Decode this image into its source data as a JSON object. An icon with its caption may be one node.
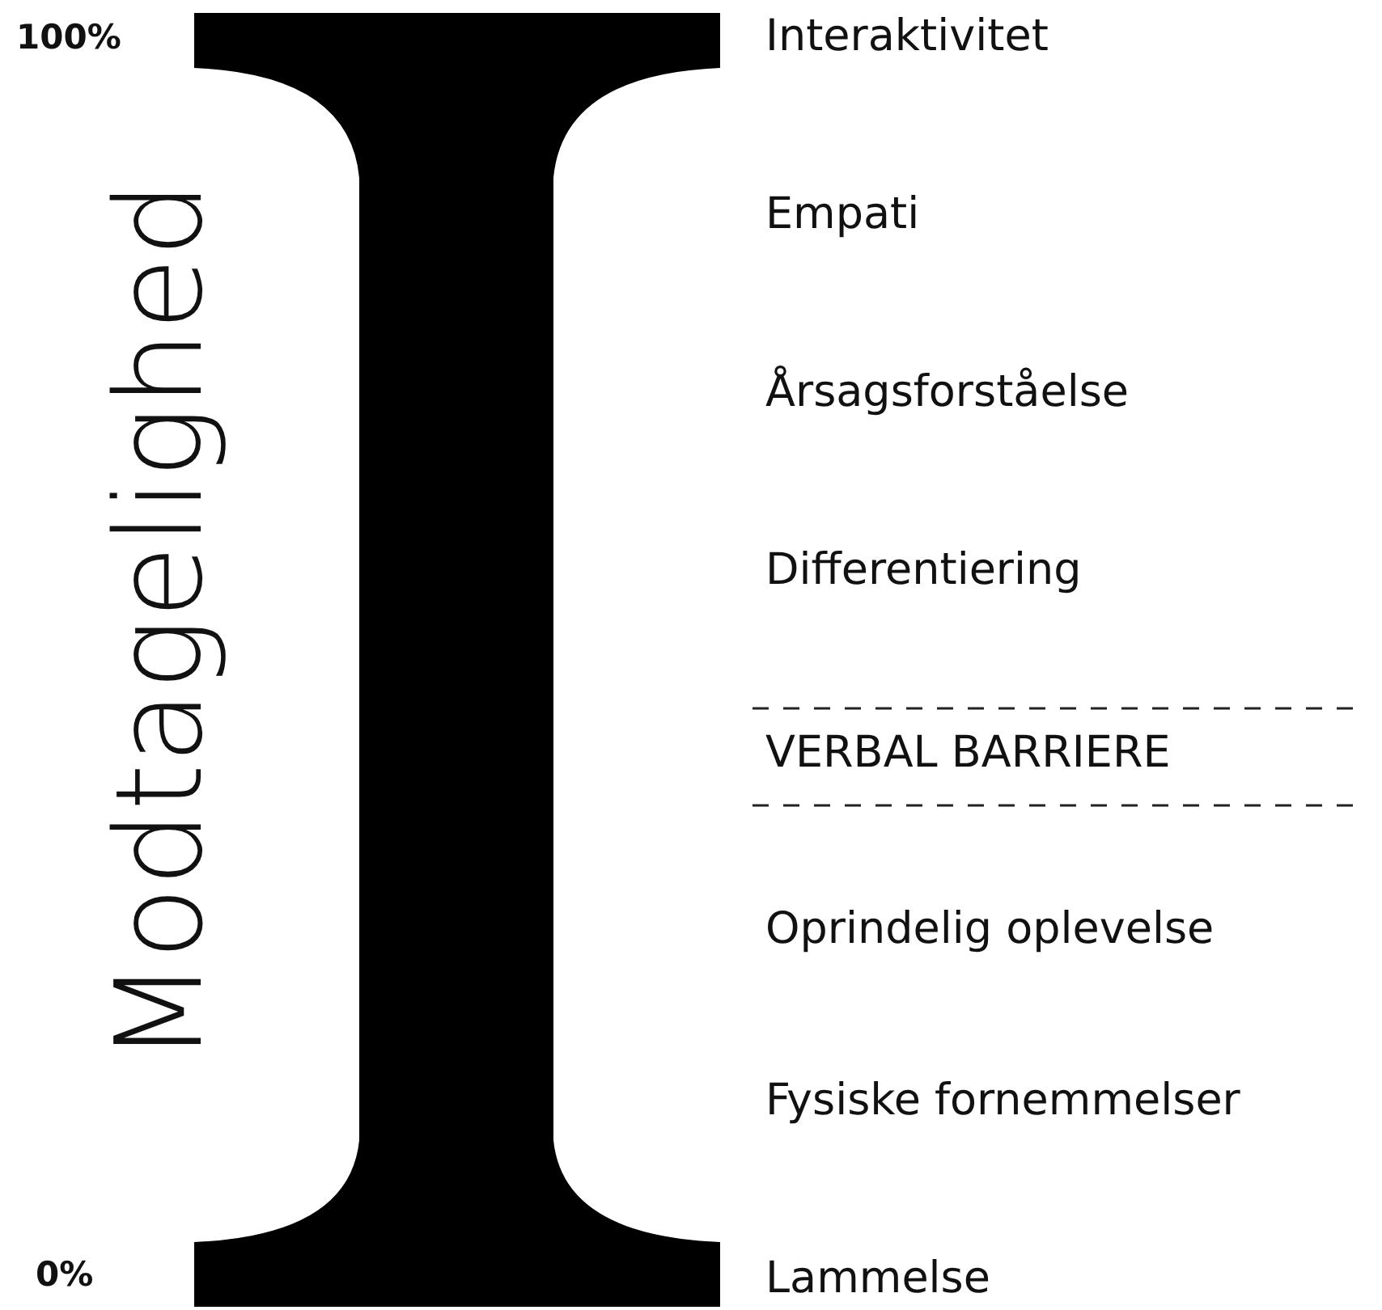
{
  "diagram": {
    "labels": [
      "100%",
      "Interaktivitet",
      "Modtagelighed",
      "Empati",
      "Årsagsforståelse",
      "Differentiering",
      "VERBAL BARRIERE",
      "Oprindelig oplevelse",
      "Fysiske fornemmelser",
      "0%",
      "Lammelse"
    ]
  }
}
